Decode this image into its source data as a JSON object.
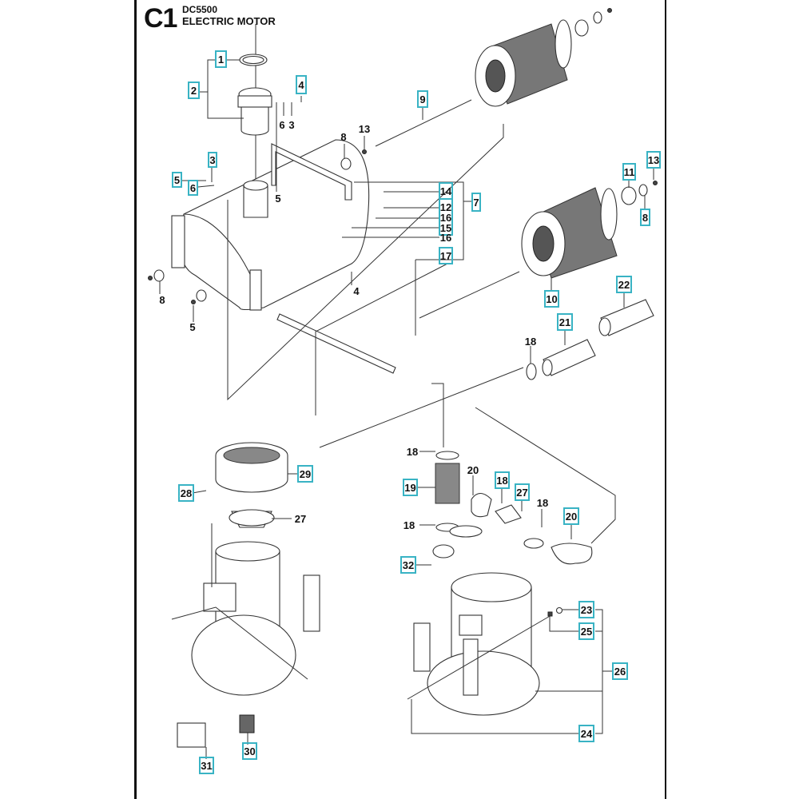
{
  "header": {
    "section_code": "C1",
    "model": "DC5500",
    "title": "ELECTRIC MOTOR"
  },
  "colors": {
    "callout_box": "#39b3c4",
    "line": "#333333",
    "text": "#111111"
  },
  "callouts": [
    {
      "id": "c1",
      "label": "1",
      "boxed": true
    },
    {
      "id": "c2",
      "label": "2",
      "boxed": true
    },
    {
      "id": "c3",
      "label": "4",
      "boxed": true
    },
    {
      "id": "c4",
      "label": "6",
      "boxed": false
    },
    {
      "id": "c5",
      "label": "3",
      "boxed": false
    },
    {
      "id": "c6",
      "label": "3",
      "boxed": true
    },
    {
      "id": "c7",
      "label": "5",
      "boxed": true
    },
    {
      "id": "c8",
      "label": "6",
      "boxed": true
    },
    {
      "id": "c9",
      "label": "5",
      "boxed": false
    },
    {
      "id": "c10",
      "label": "9",
      "boxed": true
    },
    {
      "id": "c11",
      "label": "13",
      "boxed": false
    },
    {
      "id": "c12",
      "label": "8",
      "boxed": false
    },
    {
      "id": "c13",
      "label": "14",
      "boxed": true
    },
    {
      "id": "c14",
      "label": "12",
      "boxed": true
    },
    {
      "id": "c15",
      "label": "16",
      "boxed": true
    },
    {
      "id": "c16",
      "label": "15",
      "boxed": true
    },
    {
      "id": "c17",
      "label": "16",
      "boxed": true
    },
    {
      "id": "c18",
      "label": "17",
      "boxed": true
    },
    {
      "id": "c19",
      "label": "7",
      "boxed": true
    },
    {
      "id": "c20",
      "label": "8",
      "boxed": false
    },
    {
      "id": "c21",
      "label": "5",
      "boxed": false
    },
    {
      "id": "c22",
      "label": "4",
      "boxed": false
    },
    {
      "id": "c23",
      "label": "11",
      "boxed": true
    },
    {
      "id": "c24",
      "label": "13",
      "boxed": true
    },
    {
      "id": "c25",
      "label": "8",
      "boxed": true
    },
    {
      "id": "c26",
      "label": "10",
      "boxed": true
    },
    {
      "id": "c27",
      "label": "22",
      "boxed": true
    },
    {
      "id": "c28",
      "label": "21",
      "boxed": true
    },
    {
      "id": "c29",
      "label": "18",
      "boxed": false
    },
    {
      "id": "c30",
      "label": "29",
      "boxed": true
    },
    {
      "id": "c31",
      "label": "28",
      "boxed": true
    },
    {
      "id": "c32",
      "label": "27",
      "boxed": false
    },
    {
      "id": "c33",
      "label": "18",
      "boxed": false
    },
    {
      "id": "c34",
      "label": "19",
      "boxed": true
    },
    {
      "id": "c35",
      "label": "20",
      "boxed": false
    },
    {
      "id": "c36",
      "label": "18",
      "boxed": true
    },
    {
      "id": "c37",
      "label": "27",
      "boxed": true
    },
    {
      "id": "c38",
      "label": "18",
      "boxed": false
    },
    {
      "id": "c39",
      "label": "20",
      "boxed": true
    },
    {
      "id": "c40",
      "label": "18",
      "boxed": false
    },
    {
      "id": "c41",
      "label": "32",
      "boxed": true
    },
    {
      "id": "c42",
      "label": "23",
      "boxed": true
    },
    {
      "id": "c43",
      "label": "25",
      "boxed": true
    },
    {
      "id": "c44",
      "label": "26",
      "boxed": true
    },
    {
      "id": "c45",
      "label": "24",
      "boxed": true
    },
    {
      "id": "c46",
      "label": "30",
      "boxed": true
    },
    {
      "id": "c47",
      "label": "31",
      "boxed": true
    }
  ]
}
